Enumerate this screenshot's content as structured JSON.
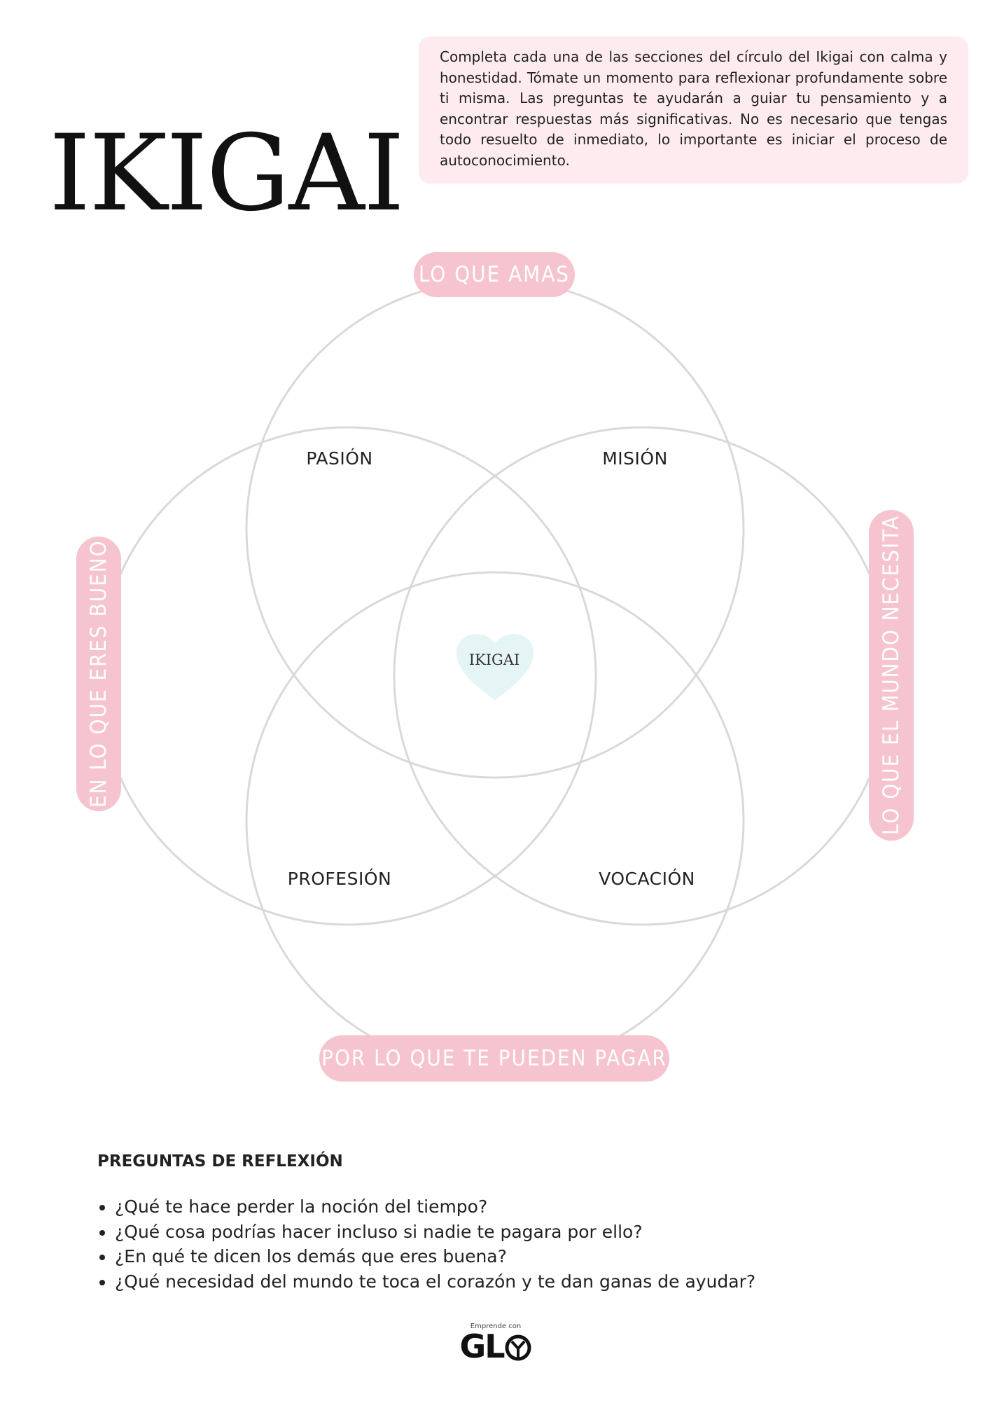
{
  "header": {
    "title": "IKIGAI",
    "intro": "Completa cada una de las secciones del círculo del Ikigai con calma y honestidad. Tómate un momento para reflexionar profundamente sobre ti misma. Las preguntas te ayudarán a guiar tu pensamiento y a encontrar respuestas más significativas. No es necesario que tengas todo resuelto de inmediato, lo importante es iniciar el proceso de autoconocimiento."
  },
  "diagram": {
    "circle_labels": {
      "top": "LO QUE AMAS",
      "right": "LO QUE EL MUNDO NECESITA",
      "bottom": "POR LO QUE TE PUEDEN PAGAR",
      "left": "EN LO QUE ERES BUENO"
    },
    "zones": {
      "pasion": "PASIÓN",
      "mision": "MISIÓN",
      "profesion": "PROFESIÓN",
      "vocacion": "VOCACIÓN"
    },
    "center_label": "IKIGAI",
    "colors": {
      "circle_stroke": "#d9d9d9",
      "pill": "#f6c4ce",
      "heart": "#e5f4f4",
      "intro_background": "#fdebef"
    }
  },
  "reflection": {
    "title": "PREGUNTAS DE REFLEXIÓN",
    "questions": [
      "¿Qué te hace perder la noción del tiempo?",
      "¿Qué cosa podrías hacer incluso si nadie te pagara por ello?",
      "¿En qué te dicen los demás que eres buena?",
      "¿Qué necesidad del mundo te toca el corazón y te dan ganas de ayudar?"
    ]
  },
  "brand": {
    "small_text": "Emprende con",
    "name_start": "GL",
    "logo_icon": "o-with-y-mark"
  }
}
